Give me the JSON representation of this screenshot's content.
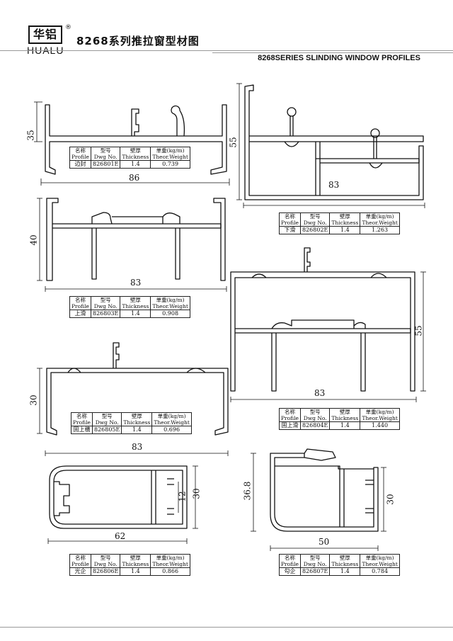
{
  "brand": {
    "cn": "华铝",
    "en": "HUALU",
    "reg": "®"
  },
  "title": {
    "cn": "8268系列推拉窗型材图",
    "en": "8268SERIES SLINDING WINDOW PROFILES"
  },
  "table_header": {
    "name_cn": "名称",
    "name_en": "Profile",
    "dwg_cn": "型号",
    "dwg_en": "Dwg No.",
    "thk_cn": "壁厚",
    "thk_en": "Thickness",
    "wt_cn": "单重(kg/m)",
    "wt_en": "Theor.Weight"
  },
  "profiles": [
    {
      "name": "边封",
      "dwg": "826801E",
      "thickness": "1.4",
      "weight": "0.739",
      "dims": [
        "35",
        "86"
      ]
    },
    {
      "name": "下滑",
      "dwg": "826802E",
      "thickness": "1.4",
      "weight": "1.263",
      "dims": [
        "55",
        "83"
      ]
    },
    {
      "name": "上滑",
      "dwg": "826803E",
      "thickness": "1.4",
      "weight": "0.908",
      "dims": [
        "40",
        "83"
      ]
    },
    {
      "name": "固上滑",
      "dwg": "826804E",
      "thickness": "1.4",
      "weight": "1.440",
      "dims": [
        "55",
        "83"
      ]
    },
    {
      "name": "固上横",
      "dwg": "826805E",
      "thickness": "1.4",
      "weight": "0.696",
      "dims": [
        "30",
        "83"
      ]
    },
    {
      "name": "光企",
      "dwg": "826806E",
      "thickness": "1.4",
      "weight": "0.866",
      "dims": [
        "62",
        "30",
        "12"
      ]
    },
    {
      "name": "勾企",
      "dwg": "826807E",
      "thickness": "1.4",
      "weight": "0.784",
      "dims": [
        "36.8",
        "50",
        "30"
      ]
    }
  ]
}
